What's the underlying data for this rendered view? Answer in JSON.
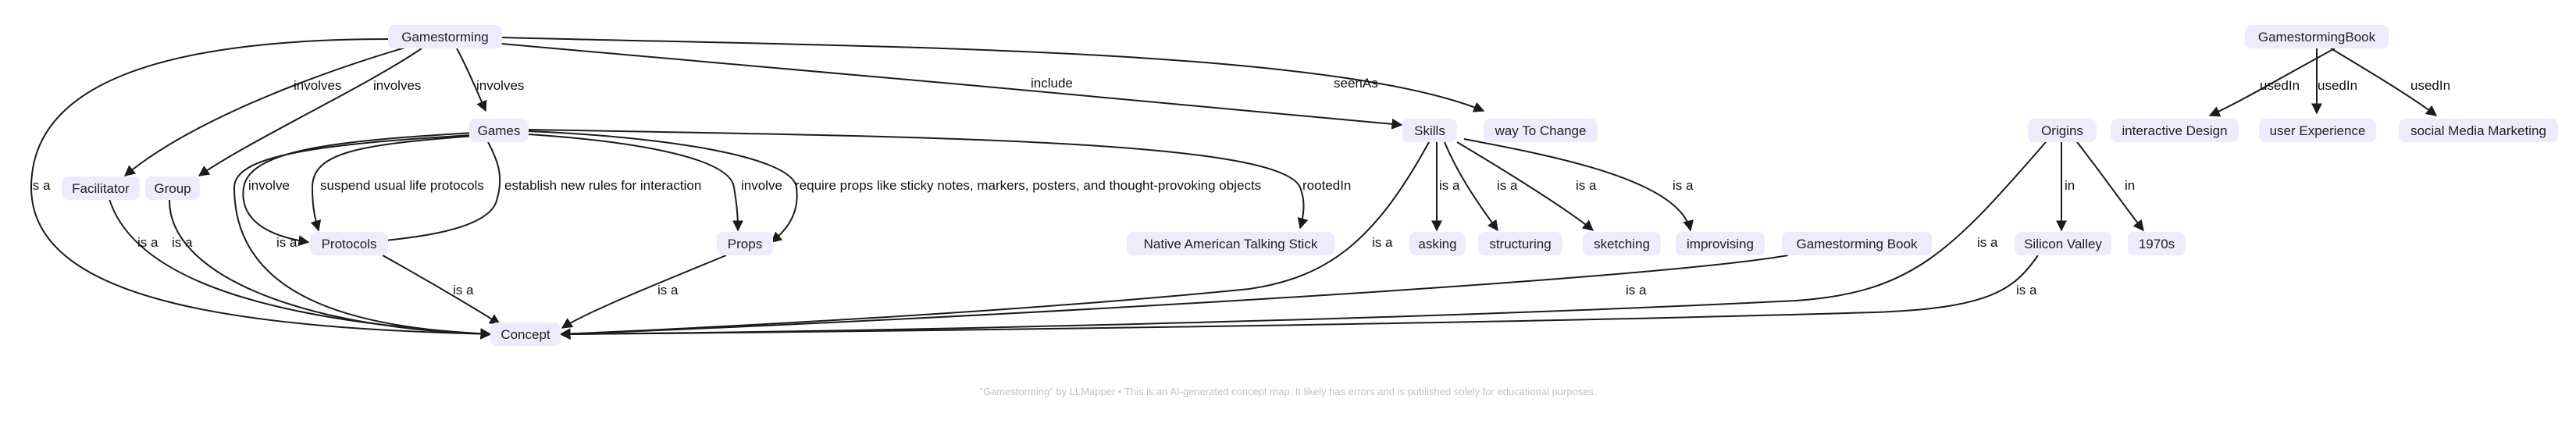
{
  "nodes": {
    "gamestorming": "Gamestorming",
    "games": "Games",
    "facilitator": "Facilitator",
    "group": "Group",
    "protocols": "Protocols",
    "props": "Props",
    "concept": "Concept",
    "native_talking_stick": "Native American Talking Stick",
    "skills": "Skills",
    "way_to_change": "way To Change",
    "asking": "asking",
    "structuring": "structuring",
    "sketching": "sketching",
    "improvising": "improvising",
    "gamestorming_book_space": "Gamestorming Book",
    "origins": "Origins",
    "silicon_valley": "Silicon Valley",
    "seventies": "1970s",
    "gamestormingbook": "GamestormingBook",
    "interactive_design": "interactive Design",
    "user_experience": "user Experience",
    "social_media_marketing": "social Media Marketing"
  },
  "edge_labels": {
    "involves": "involves",
    "include": "include",
    "seen_as": "seenAs",
    "is_a": "is a",
    "involve": "involve",
    "suspend": "suspend usual life protocols",
    "establish": "establish new rules for interaction",
    "require_props": "require props like sticky notes, markers, posters, and thought-provoking objects",
    "rooted_in": "rootedIn",
    "in": "in",
    "used_in": "usedIn"
  },
  "footer": "\"Gamestorming\" by LLMapper • This is an AI-generated concept map. It likely has errors and is published solely for educational purposes."
}
